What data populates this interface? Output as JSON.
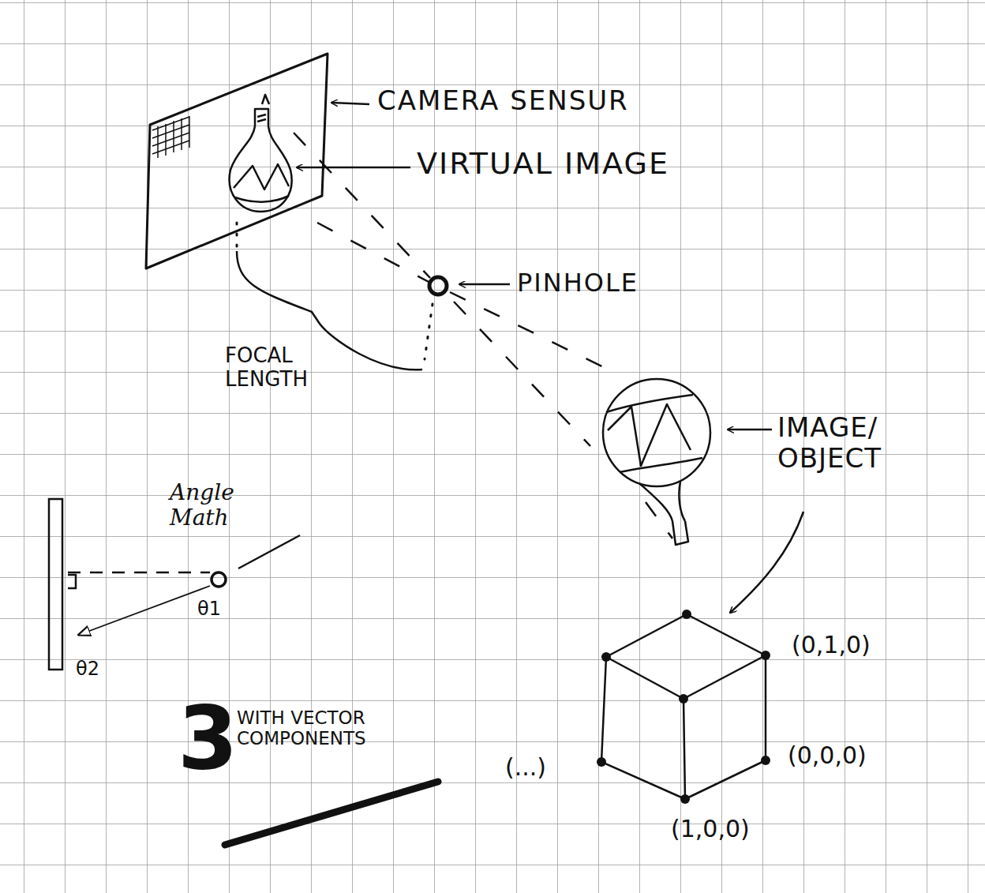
{
  "diagram": {
    "labels": [
      "CAMERA SENSUR",
      "VIRTUAL IMAGE",
      "PINHOLE",
      "FOCAL LENGTH",
      "IMAGE/ OBJECT",
      "Angle Math",
      "θ1",
      "θ2",
      "3",
      "WITH VECTOR COMPONENTS",
      "(0,1,0)",
      "(0,0,0)",
      "(1,0,0)",
      "(...)"
    ]
  }
}
